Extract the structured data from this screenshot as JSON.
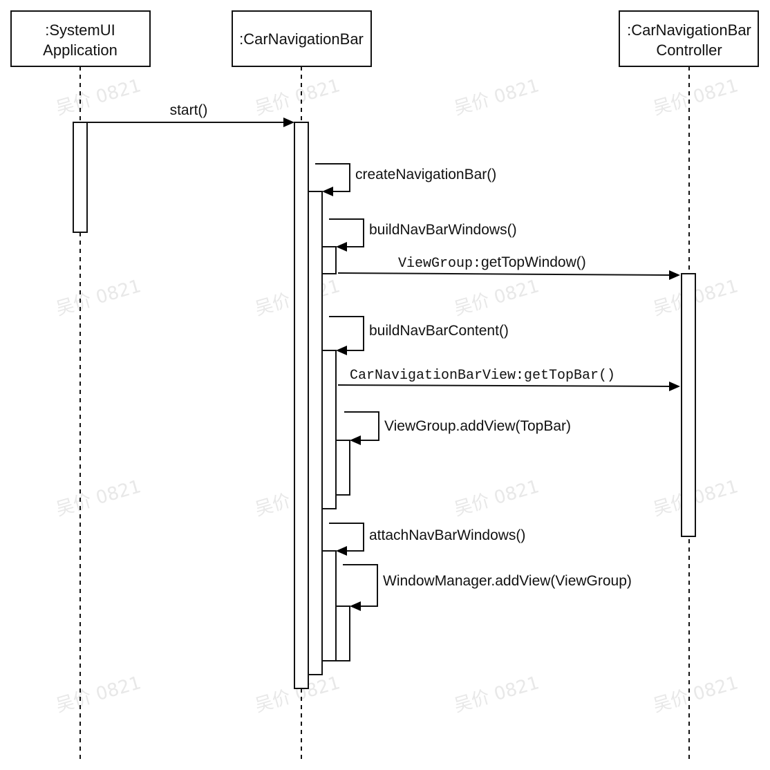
{
  "diagram": {
    "type": "sequence",
    "participants": [
      {
        "id": "systemui",
        "line1": ":SystemUI",
        "line2": "Application"
      },
      {
        "id": "carnavbar",
        "line1": ":CarNavigationBar",
        "line2": ""
      },
      {
        "id": "controller",
        "line1": ":CarNavigationBar",
        "line2": "Controller"
      }
    ],
    "messages": [
      {
        "id": "start",
        "label": "start()",
        "from": "systemui",
        "to": "carnavbar",
        "style": "sans"
      },
      {
        "id": "createNavigationBar",
        "label": "createNavigationBar()",
        "from": "carnavbar",
        "to": "carnavbar",
        "style": "sans"
      },
      {
        "id": "buildNavBarWindows",
        "label": "buildNavBarWindows()",
        "from": "carnavbar",
        "to": "carnavbar",
        "style": "sans"
      },
      {
        "id": "getTopWindow",
        "label_mono": "ViewGroup:",
        "label_sans": "getTopWindow()",
        "from": "carnavbar",
        "to": "controller",
        "style": "mixed"
      },
      {
        "id": "buildNavBarContent",
        "label": "buildNavBarContent()",
        "from": "carnavbar",
        "to": "carnavbar",
        "style": "sans"
      },
      {
        "id": "getTopBar",
        "label": "CarNavigationBarView:getTopBar()",
        "from": "carnavbar",
        "to": "controller",
        "style": "mono"
      },
      {
        "id": "addViewTopBar",
        "label": "ViewGroup.addView(TopBar)",
        "from": "carnavbar",
        "to": "carnavbar",
        "style": "sans"
      },
      {
        "id": "attachNavBarWindows",
        "label": "attachNavBarWindows()",
        "from": "carnavbar",
        "to": "carnavbar",
        "style": "sans"
      },
      {
        "id": "windowManagerAddView",
        "label": "WindowManager.addView(ViewGroup)",
        "from": "carnavbar",
        "to": "carnavbar",
        "style": "sans"
      }
    ],
    "watermark": "吴价 0821",
    "colors": {
      "stroke": "#111111",
      "background": "#ffffff",
      "watermark": "#e8e8e8"
    }
  }
}
